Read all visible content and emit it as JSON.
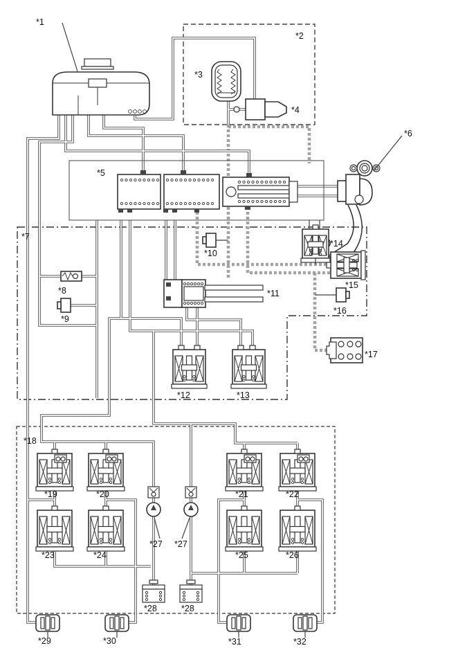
{
  "labels": {
    "1": "*1",
    "2": "*2",
    "3": "*3",
    "4": "*4",
    "5": "*5",
    "6": "*6",
    "7": "*7",
    "8": "*8",
    "9": "*9",
    "10": "*10",
    "11": "*11",
    "12": "*12",
    "13": "*13",
    "14": "*14",
    "15": "*15",
    "16": "*16",
    "17": "*17",
    "18": "*18",
    "19": "*19",
    "20": "*20",
    "21": "*21",
    "22": "*22",
    "23": "*23",
    "24": "*24",
    "25": "*25",
    "26": "*26",
    "27": "*27",
    "28": "*28",
    "29": "*29",
    "30": "*30",
    "31": "*31",
    "32": "*32"
  },
  "colors": {
    "line": "#4f4f4f",
    "stripe": "#a3a3a3",
    "ink": "#111111",
    "background": "#ffffff"
  }
}
